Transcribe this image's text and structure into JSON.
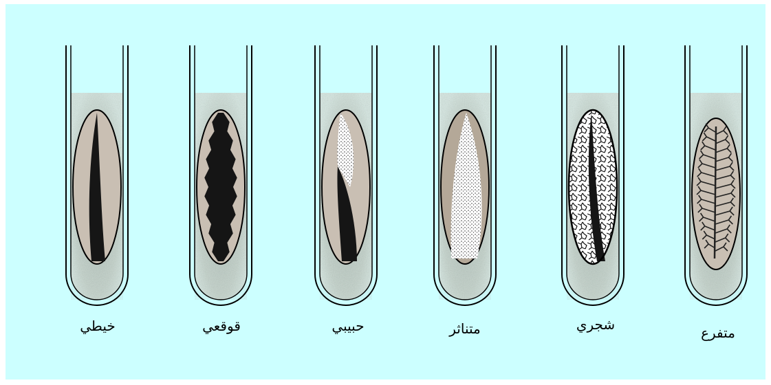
{
  "tubes": [
    {
      "label": "خيطي",
      "pattern": "filament-icon"
    },
    {
      "label": "قوقعي",
      "pattern": "beaded-icon"
    },
    {
      "label": "حبيبي",
      "pattern": "granular-icon"
    },
    {
      "label": "متناثر",
      "pattern": "diffuse-icon"
    },
    {
      "label": "شجري",
      "pattern": "arborescent-icon"
    },
    {
      "label": "متفرع",
      "pattern": "branched-icon"
    }
  ],
  "colors": {
    "background": "#ccffff",
    "ink": "#000000",
    "medium": "#a99a8c"
  }
}
